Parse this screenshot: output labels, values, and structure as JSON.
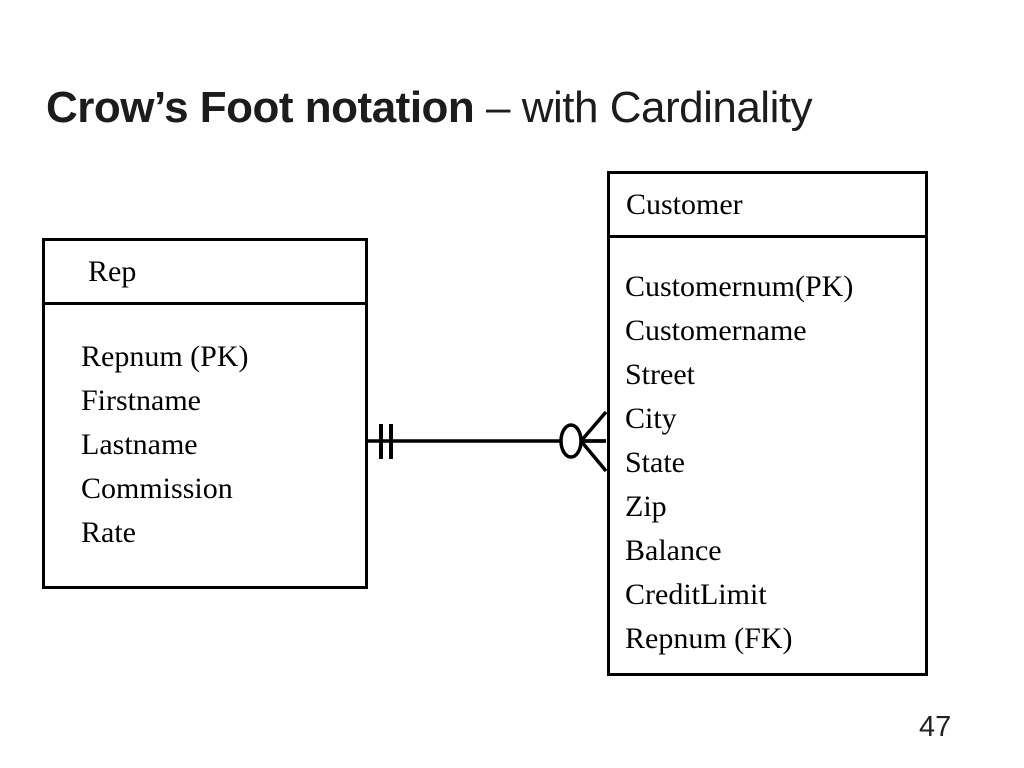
{
  "slide": {
    "title": {
      "bold": "Crow’s Foot notation",
      "regular": " – with Cardinality"
    },
    "page_number": "47"
  },
  "diagram": {
    "entities": [
      {
        "name": "Rep",
        "attributes": [
          "Repnum (PK)",
          "Firstname",
          "Lastname",
          "Commission",
          "Rate"
        ]
      },
      {
        "name": "Customer",
        "attributes": [
          "Customernum(PK)",
          "Customername",
          "Street",
          "City",
          "State",
          "Zip",
          "Balance",
          "CreditLimit",
          "Repnum (FK)"
        ]
      }
    ],
    "relationship": {
      "from_entity": "Rep",
      "to_entity": "Customer",
      "rep_end_notation": "one-and-only-one-double-bar",
      "customer_end_notation": "zero-or-many-circle-crowfoot"
    },
    "colors": {
      "line": "#000000",
      "entity_border": "#000000",
      "text": "#000000",
      "background": "#ffffff"
    }
  }
}
